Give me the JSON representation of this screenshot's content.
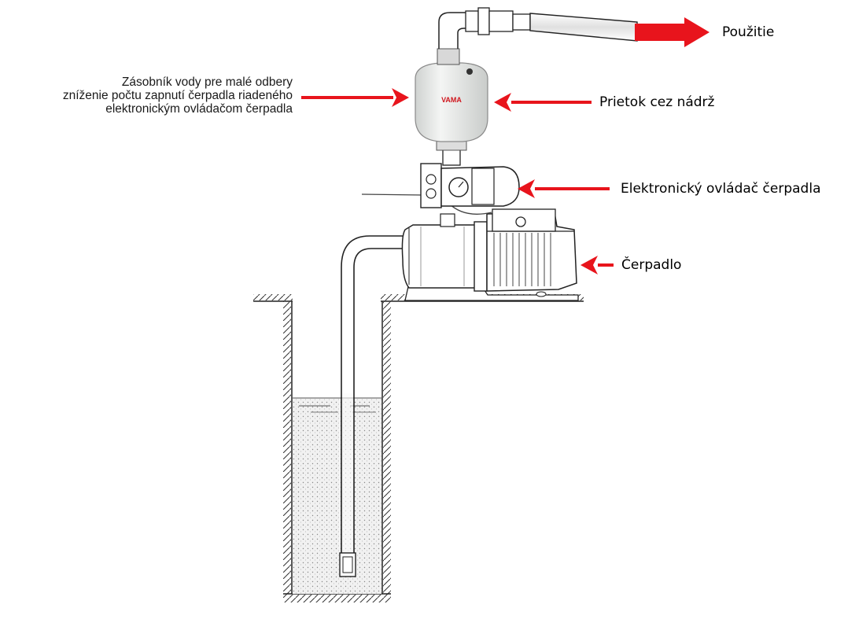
{
  "labels": {
    "usage": "Použitie",
    "flow": "Prietok cez nádrž",
    "controller": "Elektronický ovládač čerpadla",
    "pump": "Čerpadlo",
    "tank_lines": [
      "Zásobník vody pre malé odbery",
      "zníženie počtu zapnutí čerpadla riadeného",
      "elektronickým ovládačom čerpadla"
    ]
  },
  "brand_text": "VAMA",
  "colors": {
    "arrow": "#e8141c",
    "line": "#222222",
    "tank": "#e9ebea",
    "water": "#e4e4e4"
  }
}
